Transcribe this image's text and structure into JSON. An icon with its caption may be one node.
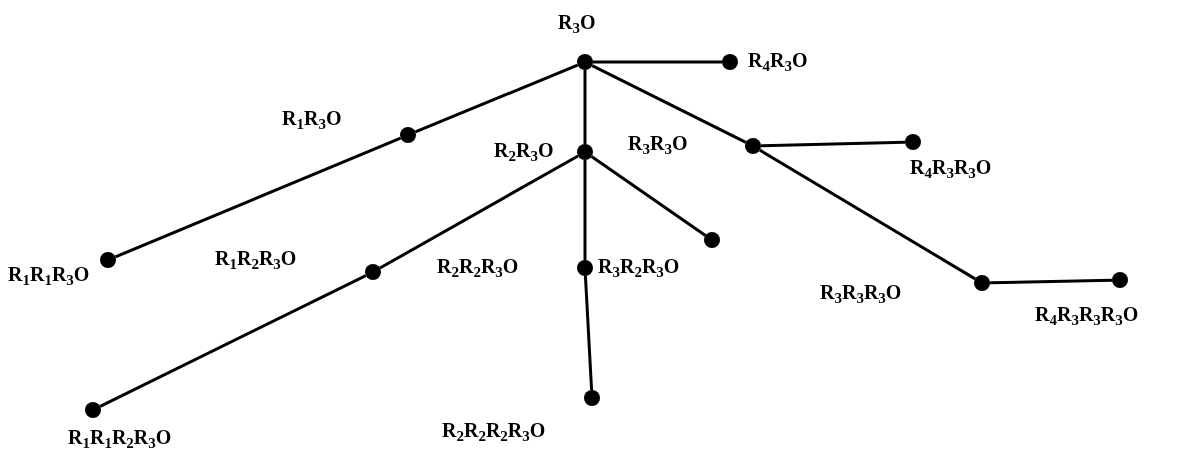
{
  "diagram": {
    "nodes": [
      {
        "text": [
          "R$_{3}$O"
        ]
      },
      {
        "text": [
          "R$_{4}$R$_{3}$O"
        ]
      },
      {
        "text": [
          "R$_{1}$R$_{3}$O"
        ]
      },
      {
        "text": [
          "R$_{2}$R$_{3}$O"
        ]
      },
      {
        "text": [
          "R$_{3}$R$_{3}$O"
        ]
      },
      {
        "text": [
          "R$_{4}$R$_{3}$R$_{3}$O"
        ]
      },
      {
        "text": [
          "R$_{1}$R$_{1}$R$_{3}$O"
        ]
      },
      {
        "text": [
          "R$_{1}$R$_{2}$R$_{3}$O"
        ]
      },
      {
        "text": [
          "R$_{3}$R$_{2}$R$_{3}$O"
        ]
      },
      {
        "text": [
          "R$_{2}$R$_{2}$R$_{3}$O"
        ]
      },
      {
        "text": [
          "R$_{3}$R$_{3}$R$_{3}$O"
        ]
      },
      {
        "text": [
          "R$_{4}$R$_{3}$R$_{3}$R$_{3}$O"
        ]
      },
      {
        "text": [
          "R$_{1}$R$_{1}$R$_{2}$R$_{3}$O"
        ]
      },
      {
        "text": [
          "R$_{2}$R$_{2}$R$_{2}$R$_{3}$O"
        ]
      }
    ],
    "edges": [
      {
        "from": 0,
        "to": 1,
        "arrow": "none"
      },
      {
        "from": 0,
        "to": 2,
        "arrow": "none"
      },
      {
        "from": 2,
        "to": 6,
        "arrow": "none"
      },
      {
        "from": 0,
        "to": 3,
        "arrow": "none"
      },
      {
        "from": 0,
        "to": 4,
        "arrow": "none"
      },
      {
        "from": 4,
        "to": 5,
        "arrow": "none"
      },
      {
        "from": 4,
        "to": 10,
        "arrow": "none"
      },
      {
        "from": 10,
        "to": 11,
        "arrow": "none"
      },
      {
        "from": 3,
        "to": 7,
        "arrow": "none"
      },
      {
        "from": 7,
        "to": 12,
        "arrow": "none"
      },
      {
        "from": 3,
        "to": 9,
        "arrow": "none"
      },
      {
        "from": 9,
        "to": 13,
        "arrow": "none"
      },
      {
        "from": 3,
        "to": 8,
        "arrow": "none"
      }
    ]
  }
}
